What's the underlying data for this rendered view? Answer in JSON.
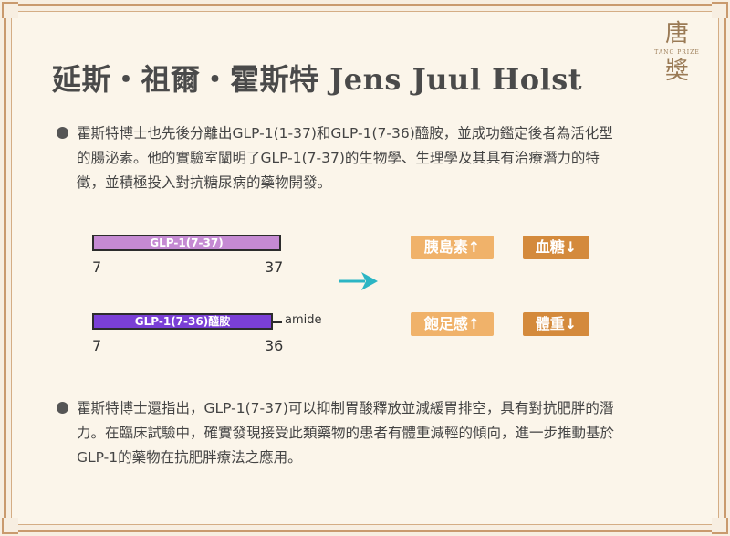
{
  "title": "延斯・祖爾・霍斯特 Jens Juul Holst",
  "logo": {
    "char_top": "唐",
    "english": "TANG PRIZE",
    "char_bottom": "獎"
  },
  "paragraphs": [
    "霍斯特博士也先後分離出GLP-1(1-37)和GLP-1(7-36)醯胺，並成功鑑定後者為活化型的腸泌素。他的實驗室闡明了GLP-1(7-37)的生物學、生理學及其具有治療潛力的特徵，並積極投入對抗糖尿病的藥物開發。",
    "霍斯特博士還指出，GLP-1(7-37)可以抑制胃酸釋放並減緩胃排空，具有對抗肥胖的潛力。在臨床試驗中，確實發現接受此類藥物的患者有體重減輕的傾向，進一步推動基於GLP-1的藥物在抗肥胖療法之應用。"
  ],
  "diagram": {
    "peptide1": {
      "label": "GLP-1(7-37)",
      "start": "7",
      "end": "37",
      "color": "#c58ad3"
    },
    "peptide2": {
      "label": "GLP-1(7-36)醯胺",
      "start": "7",
      "end": "36",
      "suffix": "amide",
      "color": "#7a3fd6"
    },
    "arrow_color": "#2bb5c4",
    "effects": [
      {
        "label": "胰島素↑",
        "style": "light"
      },
      {
        "label": "血糖↓",
        "style": "dark"
      },
      {
        "label": "飽足感↑",
        "style": "light"
      },
      {
        "label": "體重↓",
        "style": "dark"
      }
    ]
  },
  "colors": {
    "frame": "#c99a6e",
    "background": "#fbf5ea",
    "tag_light": "#f0b26a",
    "tag_dark": "#d48a3c"
  }
}
